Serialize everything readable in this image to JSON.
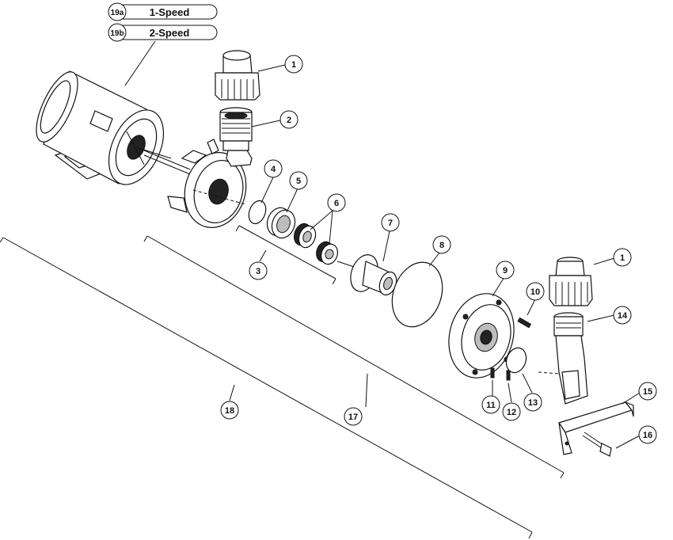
{
  "legend": [
    {
      "tag": "19a",
      "label": "1-Speed"
    },
    {
      "tag": "19b",
      "label": "2-Speed"
    }
  ],
  "callouts": {
    "c1_top": "1",
    "c2": "2",
    "c3": "3",
    "c4": "4",
    "c5": "5",
    "c6": "6",
    "c7": "7",
    "c8": "8",
    "c9": "9",
    "c10": "10",
    "c1_right": "1",
    "c14": "14",
    "c15": "15",
    "c16": "16",
    "c11": "11",
    "c12": "12",
    "c13": "13",
    "c17": "17",
    "c18": "18"
  }
}
